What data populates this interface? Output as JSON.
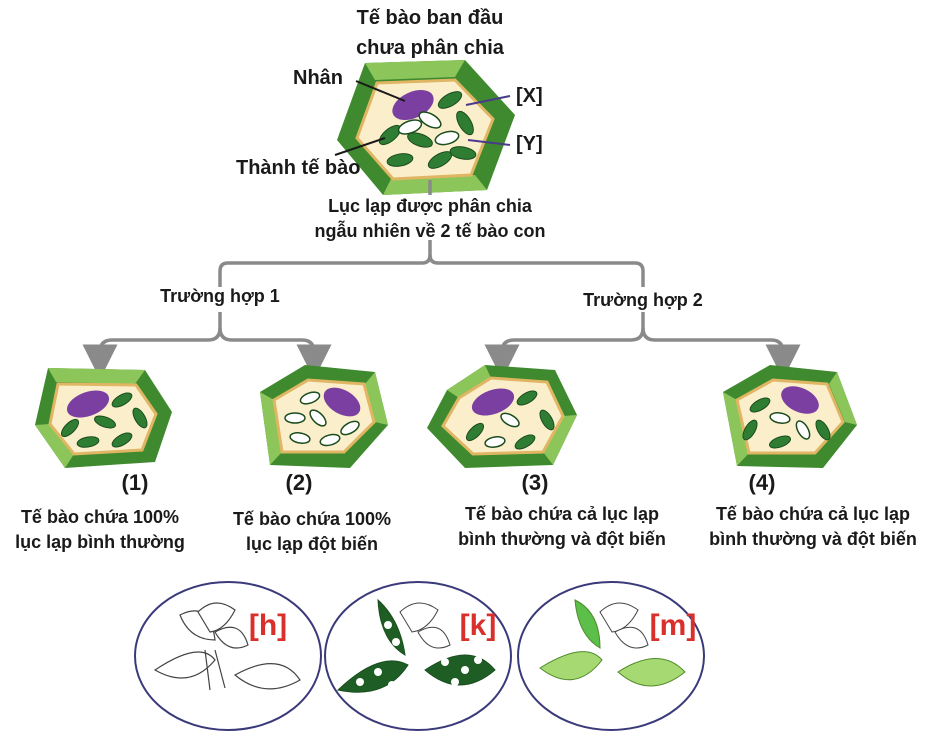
{
  "title_line1": "Tế bào ban đầu",
  "title_line2": "chưa phân chia",
  "label_nucleus": "Nhân",
  "label_wall": "Thành tế bào",
  "label_x": "[X]",
  "label_y": "[Y]",
  "division_line1": "Lục lạp được phân chia",
  "division_line2": "ngẫu nhiên về 2 tế bào con",
  "case1": "Trường hợp 1",
  "case2": "Trường hợp 2",
  "cells": [
    {
      "num": "(1)",
      "line1": "Tế bào chứa 100%",
      "line2": "lục lạp bình thường"
    },
    {
      "num": "(2)",
      "line1": "Tế bào chứa 100%",
      "line2": "lục lạp đột biến"
    },
    {
      "num": "(3)",
      "line1": "Tế bào chứa cả lục lạp",
      "line2": "bình thường và đột biến"
    },
    {
      "num": "(4)",
      "line1": "Tế bào chứa cả lục lạp",
      "line2": "bình thường và đột biến"
    }
  ],
  "plants": [
    {
      "label": "[h]"
    },
    {
      "label": "[k]"
    },
    {
      "label": "[m]"
    }
  ],
  "colors": {
    "cell_wall_dark": "#3f8a2e",
    "cell_wall_light": "#8cc55a",
    "cytoplasm": "#fbeecb",
    "membrane": "#e0b664",
    "nucleus": "#7a3fa1",
    "chloroplast_normal": "#2e7d32",
    "chloroplast_mutant": "#ffffff",
    "arrow": "#8a8a8a",
    "label_red": "#d9302c"
  }
}
